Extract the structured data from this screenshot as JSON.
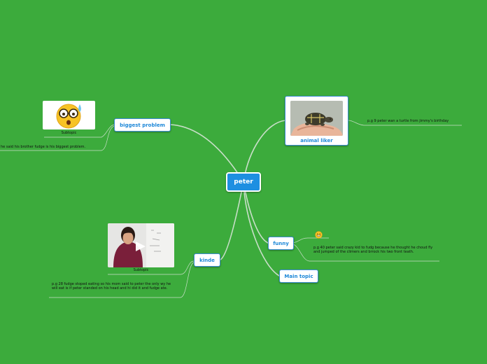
{
  "colors": {
    "background": "#3cab3c",
    "link": "#c9dfc9",
    "accent": "#1e8fe1",
    "node_text": "#1e88d8"
  },
  "root": {
    "label": "peter"
  },
  "nodes": {
    "biggest_problem": {
      "label": "biggest problem",
      "image_icon": "nerd-face-emoji-icon",
      "image_caption": "Subtopic",
      "note": "he said his brother fudge is his biggest problem."
    },
    "animal_liker": {
      "label": "animal liker",
      "image_icon": "turtle-in-hand-photo",
      "note": "p.g 9 peter wan a turtle from jimmy's birthday"
    },
    "funny": {
      "label": "funny",
      "emoji_icon": "grinning-face-emoji-icon",
      "note": "p.g 40 peter said crazy kid to fudg because he thought he choud fly and jumped of the climers and brrock his two front teath."
    },
    "main_topic": {
      "label": "Main topic"
    },
    "kinde": {
      "label": "kinde",
      "image_icon": "video-thumbnail-play-icon",
      "image_caption": "Subtopic",
      "note": "p.g 28 fudge stoped eating so his mom said to peter the only wy he will eat is if peter standed on his head and hi did it and fudge ate."
    }
  }
}
